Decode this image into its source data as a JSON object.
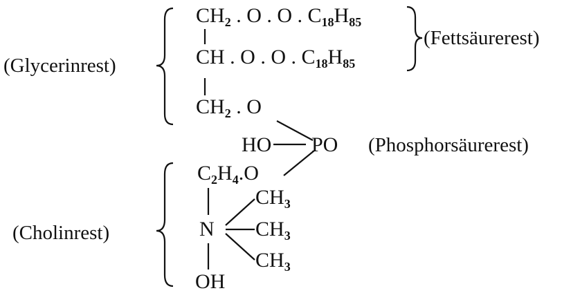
{
  "labels": {
    "glycerin": "(Glycerinrest)",
    "fatty_acid": "(Fettsäurerest)",
    "phosphoric": "(Phosphorsäurerest)",
    "choline": "(Cholinrest)"
  },
  "formula": {
    "line1": [
      {
        "t": "CH"
      },
      {
        "s": "2"
      },
      {
        "t": " . O . O . C"
      },
      {
        "s": "18"
      },
      {
        "t": "H"
      },
      {
        "s": "85"
      }
    ],
    "line2": [
      {
        "t": "CH . O . O . C"
      },
      {
        "s": "18"
      },
      {
        "t": "H"
      },
      {
        "s": "85"
      }
    ],
    "line3": [
      {
        "t": "CH"
      },
      {
        "s": "2"
      },
      {
        "t": " . O"
      }
    ],
    "ho": [
      {
        "t": "HO"
      }
    ],
    "po": [
      {
        "t": "PO"
      }
    ],
    "c2h4o": [
      {
        "t": "C"
      },
      {
        "s": "2"
      },
      {
        "t": "H"
      },
      {
        "s": "4"
      },
      {
        "t": ".O"
      }
    ],
    "n": [
      {
        "t": "N"
      }
    ],
    "ch3_a": [
      {
        "t": "CH"
      },
      {
        "s": "3"
      }
    ],
    "ch3_b": [
      {
        "t": "CH"
      },
      {
        "s": "3"
      }
    ],
    "ch3_c": [
      {
        "t": "CH"
      },
      {
        "s": "3"
      }
    ],
    "oh": [
      {
        "t": "OH"
      }
    ]
  }
}
